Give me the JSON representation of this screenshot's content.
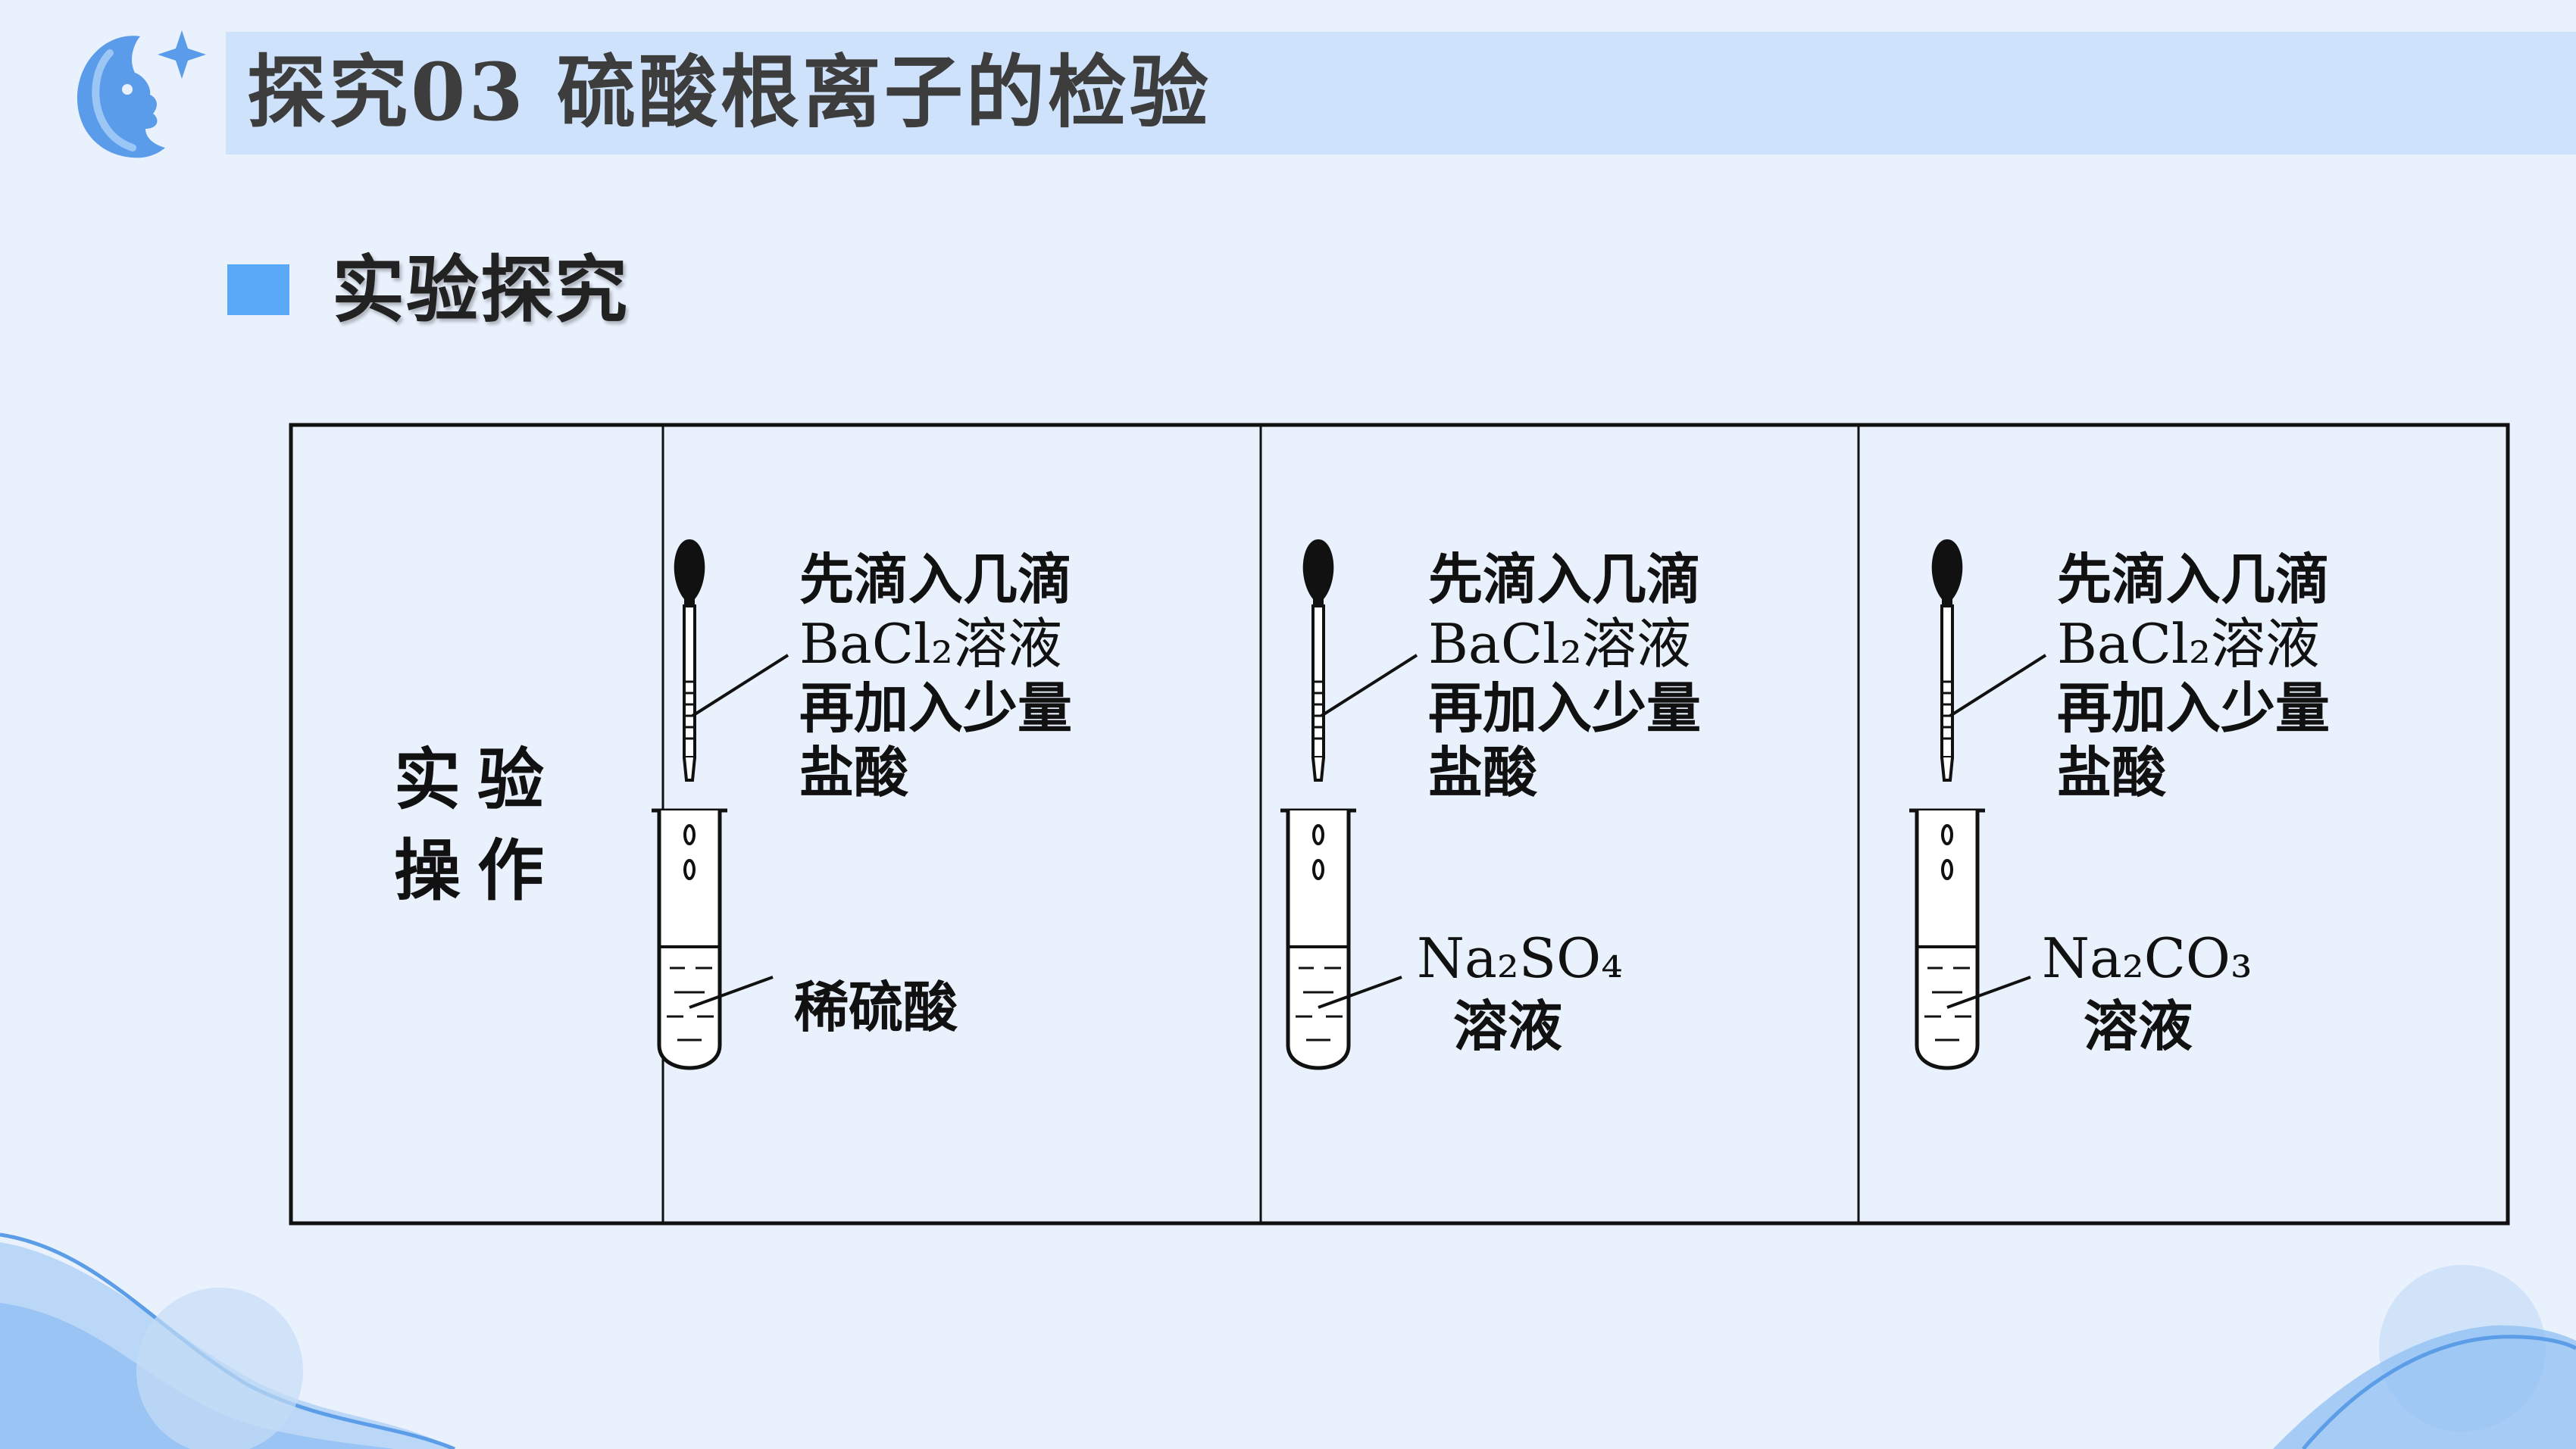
{
  "header": {
    "title": "探究03  硫酸根离子的检验"
  },
  "section": {
    "title": "实验探究"
  },
  "table": {
    "row_label_line1": "实验",
    "row_label_line2": "操作",
    "experiments": [
      {
        "dropper_text": [
          "先滴入几滴",
          "BaCl₂溶液",
          "再加入少量",
          "盐酸"
        ],
        "tube_label": [
          "稀硫酸"
        ]
      },
      {
        "dropper_text": [
          "先滴入几滴",
          "BaCl₂溶液",
          "再加入少量",
          "盐酸"
        ],
        "tube_label": [
          "Na₂SO₄",
          "溶液"
        ]
      },
      {
        "dropper_text": [
          "先滴入几滴",
          "BaCl₂溶液",
          "再加入少量",
          "盐酸"
        ],
        "tube_label": [
          "Na₂CO₃",
          "溶液"
        ]
      }
    ]
  },
  "colors": {
    "background": "#e9f1fd",
    "title_bar": "#cfe2fb",
    "accent": "#5aa9f6",
    "wave": "#9ac6f4"
  },
  "icons": {
    "logo": "moon-face-sparkle-icon"
  }
}
